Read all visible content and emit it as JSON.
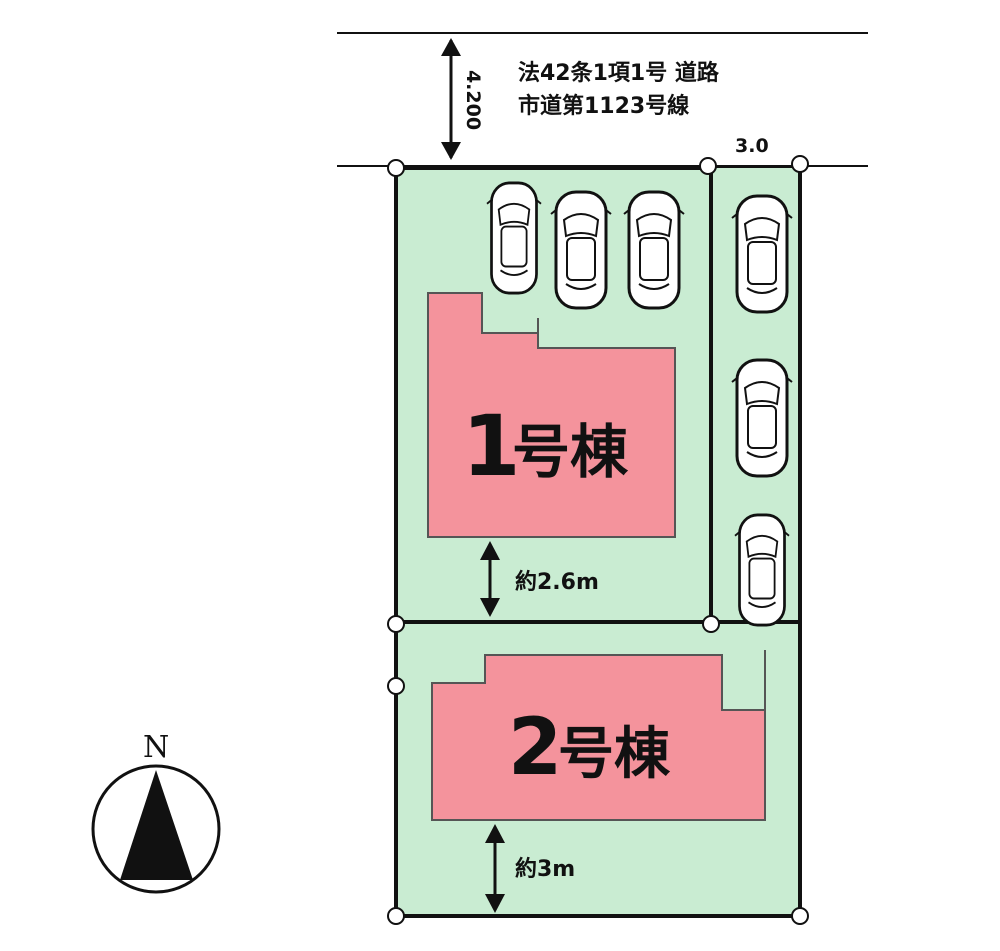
{
  "road": {
    "width": "4.200",
    "line1": "法42条1項1号 道路",
    "line2": "市道第1123号線"
  },
  "lot": {
    "frontage_right": "3.0"
  },
  "buildings": [
    {
      "label": "1号棟"
    },
    {
      "label": "2号棟"
    }
  ],
  "setbacks": {
    "bldg1": "約2.6m",
    "bldg2": "約3m"
  },
  "compass": {
    "north": "N"
  },
  "colors": {
    "lot_fill": "#c9ecd2",
    "building_fill": "#f4939c",
    "outline": "#111111"
  },
  "icons": [
    "car-icon",
    "compass-icon",
    "survey-marker-icon"
  ]
}
